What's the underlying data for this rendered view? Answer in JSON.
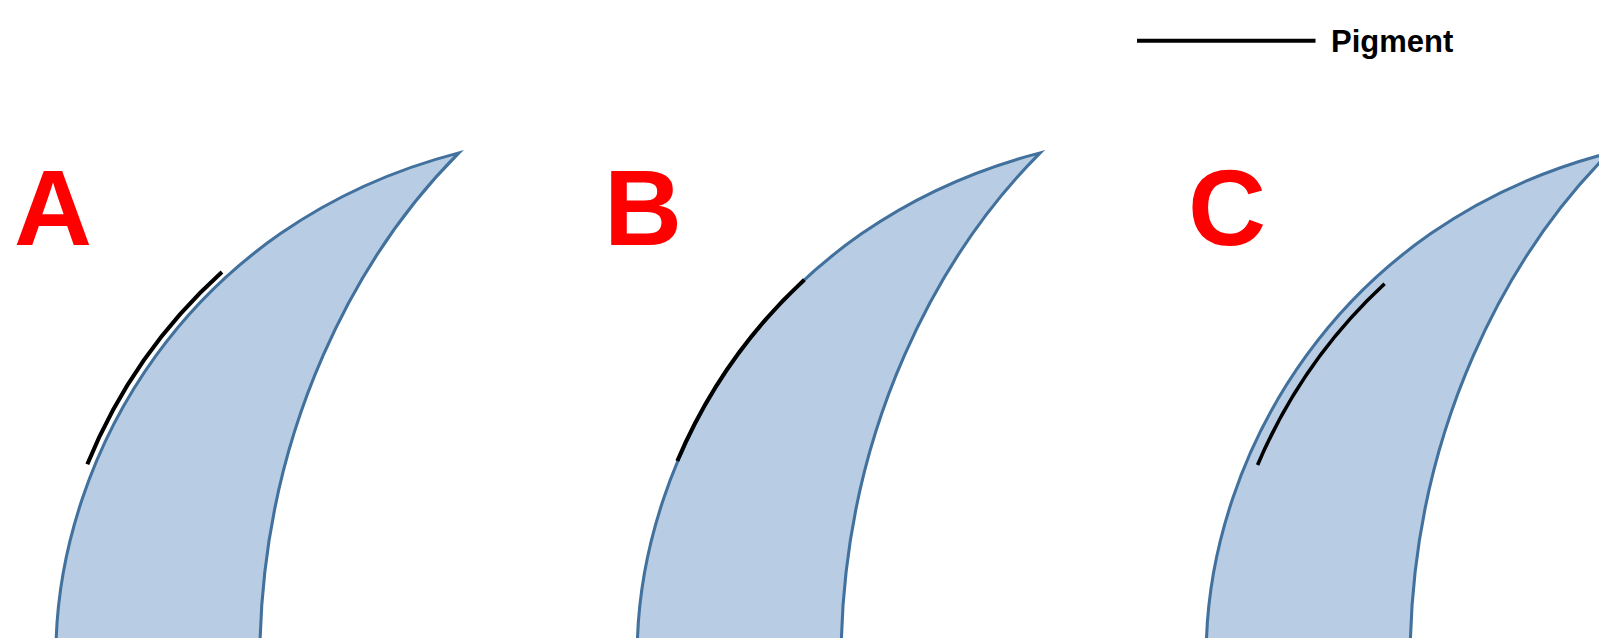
{
  "diagram": {
    "labels": [
      "A",
      "B",
      "C"
    ],
    "legend": [
      {
        "text": "Pigment"
      }
    ]
  }
}
